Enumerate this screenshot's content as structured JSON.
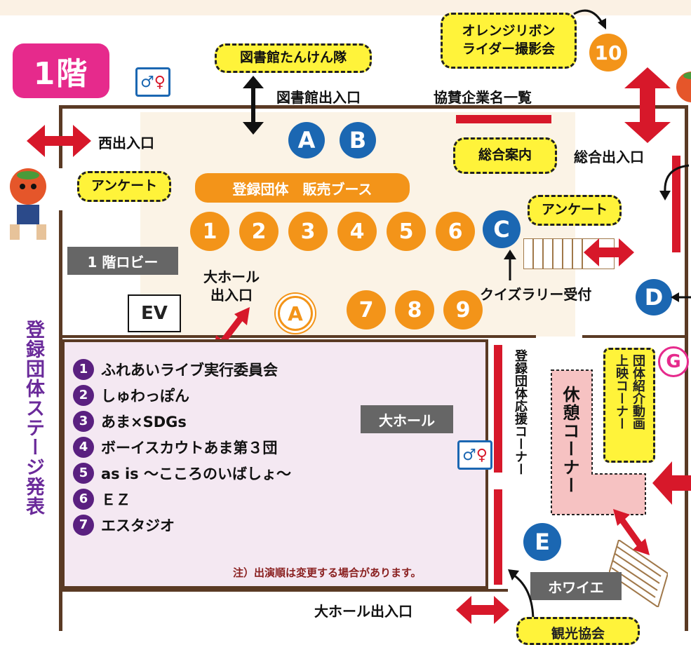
{
  "floor_label": "1階",
  "labels": {
    "library_tour": "図書館たんけん隊",
    "library_entrance": "図書館出入口",
    "sponsors": "協賛企業名一覧",
    "orange_ribbon": [
      "オレンジリボン",
      "ライダー撮影会"
    ],
    "west_entrance": "西出入口",
    "general_info": "総合案内",
    "main_entrance": "総合出入口",
    "survey_left": "アンケート",
    "survey_right": "アンケート",
    "booth_banner": "登録団体　販売ブース",
    "lobby": "1 階ロビー",
    "hall_entrance_lines": [
      "大ホール",
      "出入口"
    ],
    "ev": "EV",
    "quiz_reception": "クイズラリー受付",
    "big_hall": "大ホール",
    "support_corner": "登録団体応援コーナー",
    "rest_corner": "休憩コーナー",
    "video_corner_lines": [
      "団体紹介動画",
      "上映コーナー"
    ],
    "foyer": "ホワイエ",
    "hall_exit": "大ホール出入口",
    "tourism_cut": "観光協会",
    "stage_side": "登録団体ステージ発表",
    "note": "注）出演順は変更する場合があります。"
  },
  "markers": {
    "letters_blue": [
      "A",
      "B",
      "C",
      "D",
      "E"
    ],
    "letter_outline_a": "A",
    "letter_g": "G",
    "booths_row1": [
      "1",
      "2",
      "3",
      "4",
      "5",
      "6"
    ],
    "booths_row2": [
      "7",
      "8",
      "9"
    ],
    "booth_10": "10"
  },
  "stage_list": [
    {
      "num": "1",
      "name": "ふれあいライブ実行委員会"
    },
    {
      "num": "2",
      "name": "しゅわっぽん"
    },
    {
      "num": "3",
      "name": "あま×SDGs"
    },
    {
      "num": "4",
      "name": "ボーイスカウトあま第３団"
    },
    {
      "num": "5",
      "name": "as is ～こころのいばしょ～"
    },
    {
      "num": "6",
      "name": "ＥＺ"
    },
    {
      "num": "7",
      "name": "エスタジオ"
    }
  ],
  "colors": {
    "booth_orange": "#f39419",
    "marker_blue": "#1b67b2",
    "stage_purple": "#5a2080",
    "floor_pink": "#e62a8c",
    "arrow_red": "#d7182a",
    "wall_brown": "#5a3a24"
  }
}
